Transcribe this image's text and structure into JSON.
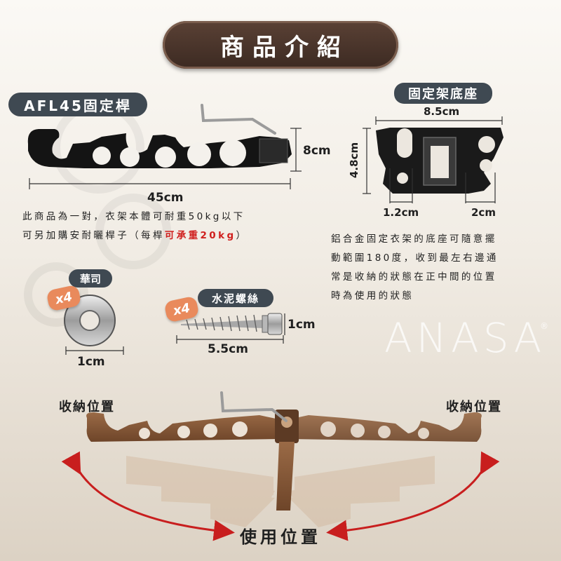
{
  "title": "商品介紹",
  "rod": {
    "tag": "AFL45固定桿",
    "height": "8cm",
    "length": "45cm"
  },
  "base": {
    "tag": "固定架底座",
    "width": "8.5cm",
    "height": "4.8cm",
    "hole_left": "1.2cm",
    "hole_right": "2cm",
    "desc_lines": [
      "鋁合金固定衣架的底座可隨意擺",
      "動範圍180度，收到最左右邊通",
      "常是收納的狀態在正中間的位置",
      "時為使用的狀態"
    ]
  },
  "info": {
    "line1": "此商品為一對，衣架本體可耐重50kg以下",
    "line2_pre": "可另加購安耐曬桿子（每桿",
    "line2_hl": "可承重20kg",
    "line2_post": "）"
  },
  "washer": {
    "tag": "華司",
    "qty": "x4",
    "size": "1cm"
  },
  "screw": {
    "tag": "水泥螺絲",
    "qty": "x4",
    "height": "1cm",
    "length": "5.5cm"
  },
  "positions": {
    "storage_left": "收納位置",
    "storage_right": "收納位置",
    "use": "使用位置"
  },
  "brand": {
    "name": "ANASA",
    "reg": "®"
  },
  "colors": {
    "title_bg": "#3c2a22",
    "tag_bg": "#3f4952",
    "highlight": "#d0201e",
    "badge": "#e98a5c",
    "arrow": "#c81e1e",
    "wood": "#8a5a3a"
  }
}
